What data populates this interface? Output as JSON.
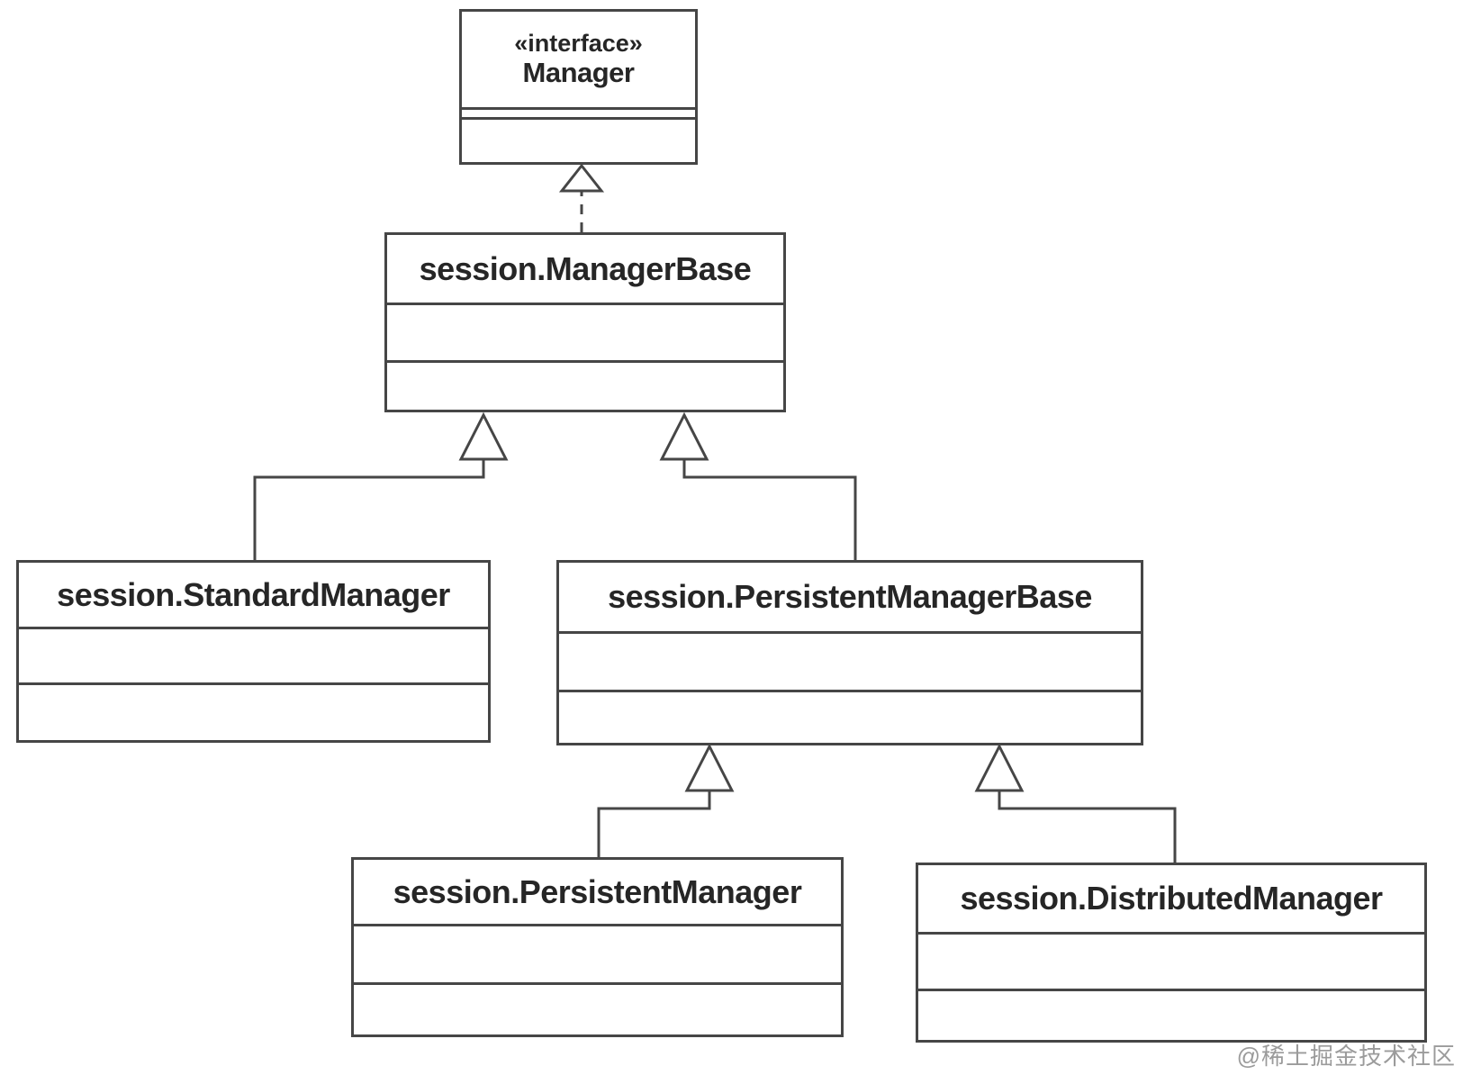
{
  "diagram": {
    "type": "uml-class-diagram",
    "classes": [
      {
        "id": "manager",
        "stereotype": "«interface»",
        "name": "Manager",
        "attributes": [],
        "operations": []
      },
      {
        "id": "manager-base",
        "stereotype": null,
        "name": "session.ManagerBase",
        "attributes": [],
        "operations": []
      },
      {
        "id": "standard-manager",
        "stereotype": null,
        "name": "session.StandardManager",
        "attributes": [],
        "operations": []
      },
      {
        "id": "persistent-manager-base",
        "stereotype": null,
        "name": "session.PersistentManagerBase",
        "attributes": [],
        "operations": []
      },
      {
        "id": "persistent-manager",
        "stereotype": null,
        "name": "session.PersistentManager",
        "attributes": [],
        "operations": []
      },
      {
        "id": "distributed-manager",
        "stereotype": null,
        "name": "session.DistributedManager",
        "attributes": [],
        "operations": []
      }
    ],
    "relationships": [
      {
        "type": "realization",
        "from": "session.ManagerBase",
        "to": "Manager",
        "line": "dashed",
        "arrowhead": "hollow-triangle"
      },
      {
        "type": "generalization",
        "from": "session.StandardManager",
        "to": "session.ManagerBase",
        "line": "solid",
        "arrowhead": "hollow-triangle"
      },
      {
        "type": "generalization",
        "from": "session.PersistentManagerBase",
        "to": "session.ManagerBase",
        "line": "solid",
        "arrowhead": "hollow-triangle"
      },
      {
        "type": "generalization",
        "from": "session.PersistentManager",
        "to": "session.PersistentManagerBase",
        "line": "solid",
        "arrowhead": "hollow-triangle"
      },
      {
        "type": "generalization",
        "from": "session.DistributedManager",
        "to": "session.PersistentManagerBase",
        "line": "solid",
        "arrowhead": "hollow-triangle"
      }
    ],
    "colors": {
      "line": "#464646",
      "text": "#262626",
      "background": "#ffffff",
      "watermark": "#9b9b9b"
    }
  },
  "watermark": {
    "text": "@稀土掘金技术社区"
  }
}
